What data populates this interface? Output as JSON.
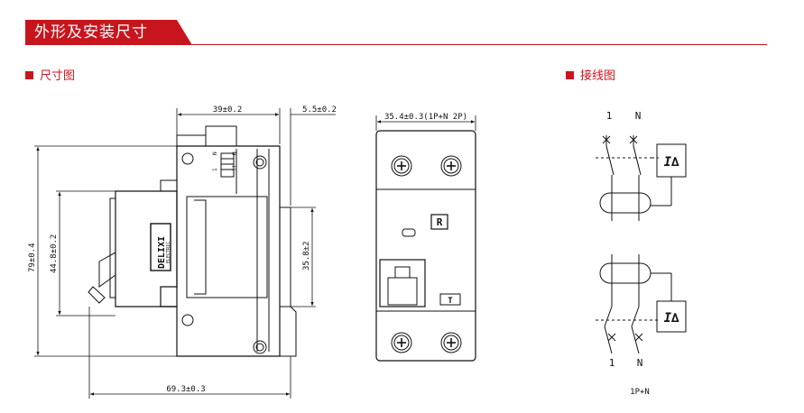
{
  "header": {
    "title": "外形及安装尺寸"
  },
  "sections": {
    "dimensions_title": "尺寸图",
    "wiring_title": "接线图"
  },
  "side_view": {
    "dim_top_width": "39±0.2",
    "dim_top_right": "5.5±0.2",
    "dim_height_total": "79±0.4",
    "dim_height_inner": "44.8±0.2",
    "dim_rail": "35.8±2",
    "dim_depth": "69.3±0.3",
    "brand_name": "DELIXI",
    "brand_sub": "ELECTRIC",
    "terminal_marks": [
      "N",
      "1",
      "N",
      "11"
    ]
  },
  "front_view": {
    "dim_width": "35.4±0.3(1P+N 2P)",
    "rcd_mark": "R",
    "test_mark": "T"
  },
  "wiring": {
    "top_labels": [
      "1",
      "N"
    ],
    "bottom_labels": [
      "1",
      "N"
    ],
    "relay_label_top": "I∆",
    "relay_label_bottom": "I∆",
    "caption": "1P+N"
  },
  "colors": {
    "accent": "#c8151d",
    "line": "#111111"
  }
}
